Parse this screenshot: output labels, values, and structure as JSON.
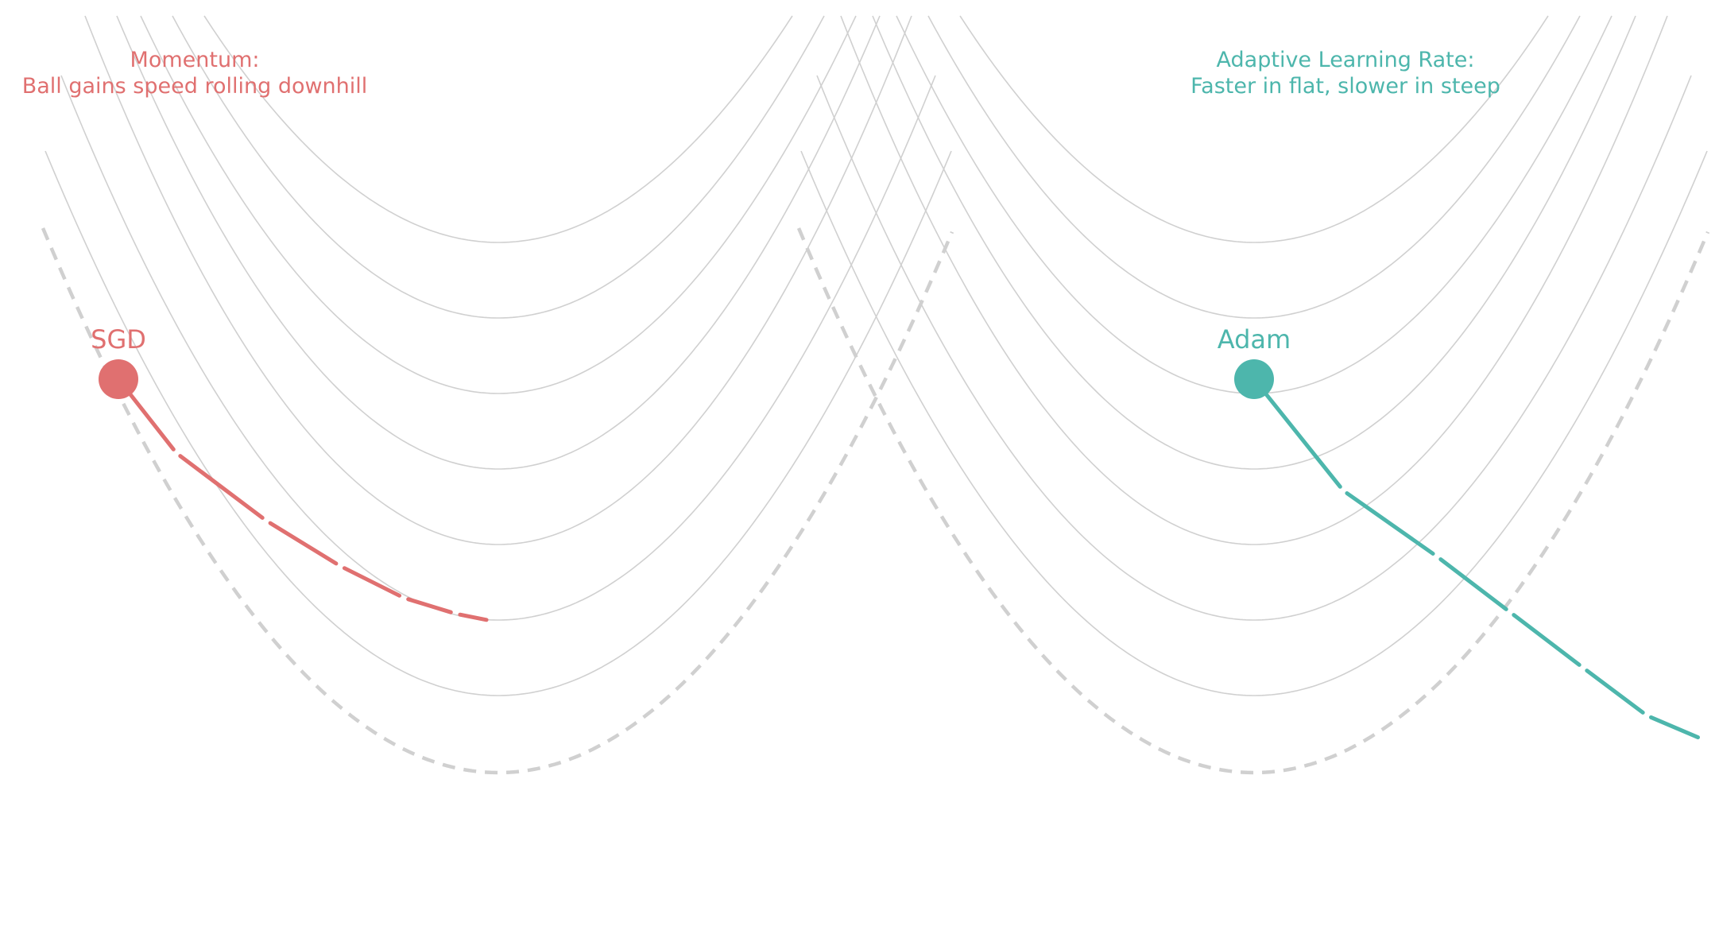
{
  "panels": {
    "left": {
      "optimizer_label": "SGD",
      "caption_line1": "Momentum:",
      "caption_line2": "Ball gains speed rolling downhill",
      "color": "#E07070"
    },
    "right": {
      "optimizer_label": "Adam",
      "caption_line1": "Adaptive Learning Rate:",
      "caption_line2": "Faster in flat, slower in steep",
      "color": "#4DB6AC"
    }
  },
  "colors": {
    "contour": "#d0d0d0",
    "dashed_curve": "#d0d0d0",
    "background": "#ffffff"
  },
  "icons": {
    "sgd_ball": "filled-circle",
    "adam_ball": "filled-circle"
  }
}
